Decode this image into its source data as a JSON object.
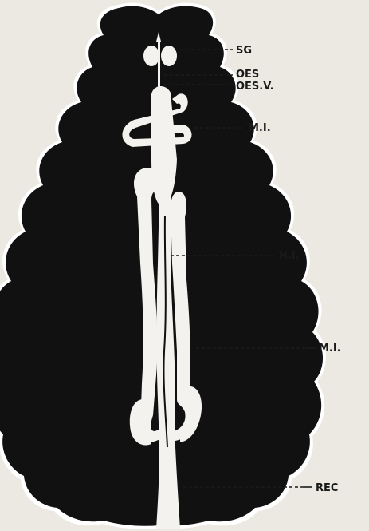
{
  "figure": {
    "colors": {
      "background": "#ece9e3",
      "body_fill": "#111111",
      "body_outline": "#ffffff",
      "gut_fill": "#f4f2ee",
      "label_ink": "#1a1a1a"
    },
    "labels": {
      "sg": "SG",
      "oes": "OES",
      "oes_v": "OES.V.",
      "mi_upper": "M.I.",
      "hi": "H.I.",
      "mi_lower": "M.I.",
      "rec": "REC"
    }
  }
}
